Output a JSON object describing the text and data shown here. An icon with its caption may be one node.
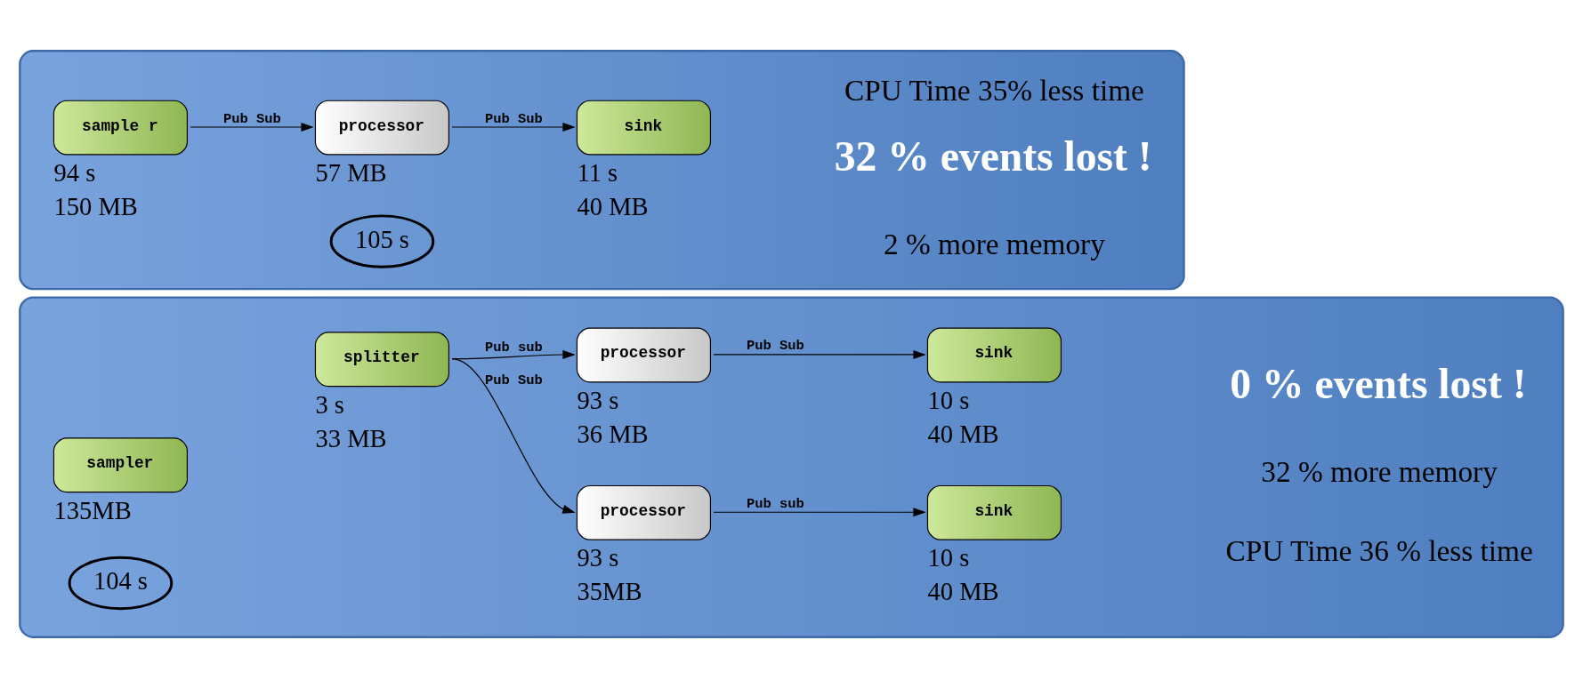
{
  "diagram": {
    "nodes": [
      {
        "text": [],
        "shape": "box"
      },
      {
        "text": [
          "sample r"
        ],
        "in": 0,
        "beside": [
          "94 s",
          "150 MB"
        ]
      },
      {
        "text": [
          "processor"
        ],
        "in": 0,
        "beside": [
          "57 MB"
        ]
      },
      {
        "text": [
          "105 s"
        ],
        "in": 0
      },
      {
        "text": [
          "sink"
        ],
        "in": 0,
        "beside": [
          "11 s",
          "40 MB"
        ]
      },
      {
        "text": [],
        "shape": "box"
      },
      {
        "text": [
          "sampler"
        ],
        "in": 5,
        "beside": [
          "135MB"
        ]
      },
      {
        "text": [
          "104 s"
        ],
        "in": 5
      },
      {
        "text": [
          "splitter"
        ],
        "in": 5,
        "beside": [
          "3 s",
          "33 MB"
        ]
      },
      {
        "text": [
          "processor"
        ],
        "in": 5,
        "beside": [
          "93 s",
          "35MB"
        ]
      },
      {
        "text": [
          "sink"
        ],
        "in": 5,
        "beside": [
          "10 s",
          "40 MB"
        ]
      },
      {
        "text": [
          "processor"
        ],
        "in": 5,
        "beside": [
          "93 s",
          "36 MB"
        ]
      },
      {
        "text": [
          "sink"
        ],
        "in": 5,
        "beside": [
          "10 s",
          "40 MB"
        ]
      }
    ],
    "edges": [
      {
        "from": 1,
        "to": 2,
        "arrow": "to",
        "label": "Pub Sub"
      },
      {
        "from": 2,
        "to": 4,
        "arrow": "to",
        "label": "Pub Sub"
      },
      {
        "from": 8,
        "to": 9,
        "arrow": "to",
        "label": "Pub Sub"
      },
      {
        "from": 8,
        "to": 11,
        "arrow": "to",
        "label": "Pub sub"
      },
      {
        "from": 9,
        "to": 10,
        "arrow": "to",
        "label": "Pub sub"
      },
      {
        "from": 11,
        "to": 12,
        "arrow": "to",
        "label": "Pub Sub"
      }
    ],
    "labels": [
      "CPU Time 35% less time",
      "2 % more memory",
      "32 % events lost !",
      "CPU Time 36 % less time",
      "32 % more memory",
      "0 % events lost !"
    ]
  }
}
